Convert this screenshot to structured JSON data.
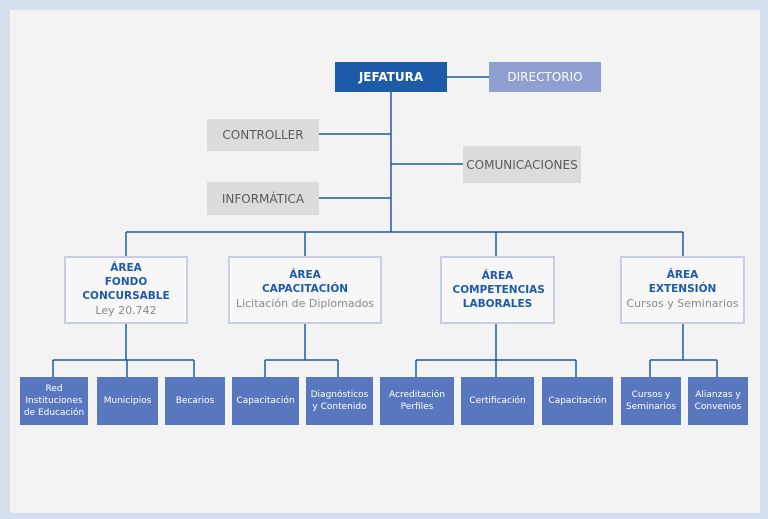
{
  "head": {
    "jefatura": "JEFATURA",
    "directorio": "DIRECTORIO"
  },
  "staff": {
    "controller": "CONTROLLER",
    "comunicaciones": "COMUNICACIONES",
    "informatica": "INFORMÁTICA"
  },
  "areas": [
    {
      "label": "ÁREA",
      "name": "FONDO CONCURSABLE",
      "sub": "Ley 20.742",
      "units": [
        "Red Instituciones de Educación",
        "Municipios",
        "Becarios"
      ]
    },
    {
      "label": "ÁREA",
      "name": "CAPACITACIÓN",
      "sub": "Licitación de Diplomados",
      "units": [
        "Capacitación",
        "Diagnósticos y Contenido"
      ]
    },
    {
      "label": "ÁREA",
      "name": "COMPETENCIAS LABORALES",
      "sub": "",
      "units": [
        "Acreditación Perfiles",
        "Certificación",
        "Capacitación"
      ]
    },
    {
      "label": "ÁREA",
      "name": "EXTENSIÓN",
      "sub": "Cursos y Seminarios",
      "units": [
        "Cursos y Seminarios",
        "Alianzas y Convenios"
      ]
    }
  ],
  "colors": {
    "head": "#1d5aa7",
    "directorio": "#8e9fd0",
    "staff": "#dcdcdd",
    "unit": "#5877be",
    "connector": "#1d5aa7",
    "area_border": "#c9cde6"
  }
}
